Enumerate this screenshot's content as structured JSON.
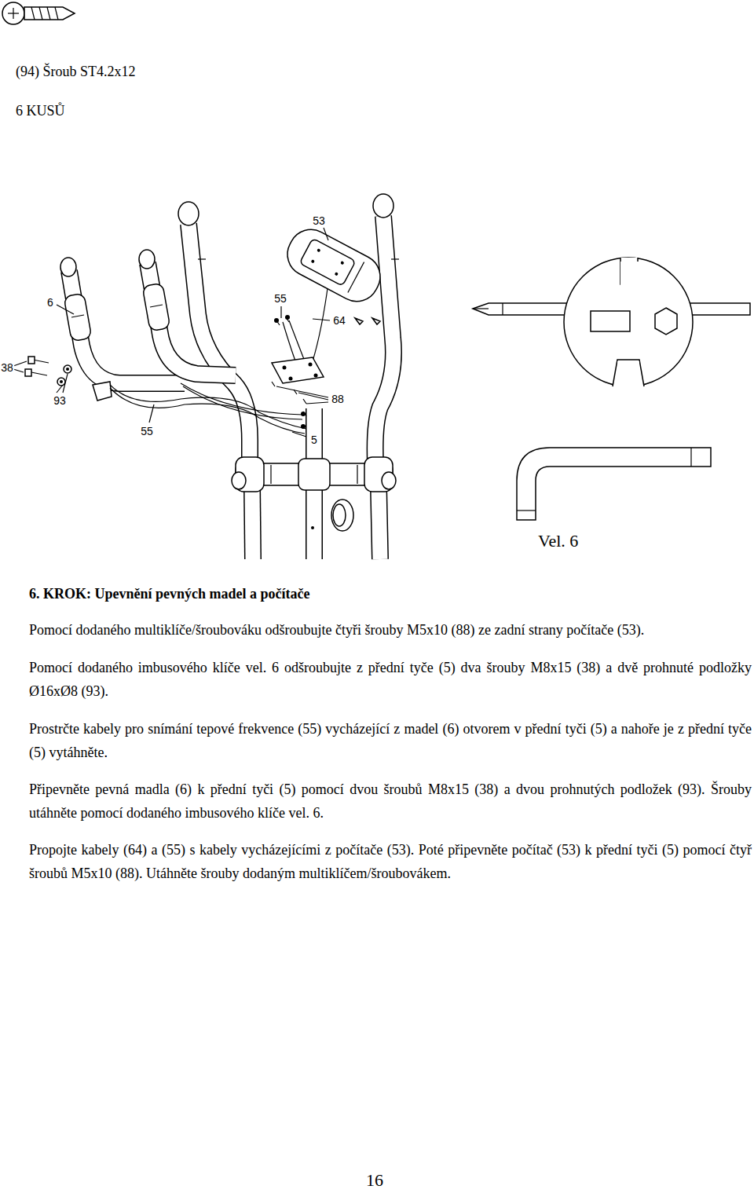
{
  "diagram": {
    "title": "6. KROK: Upevnění pevných madel a počítače",
    "labels": [
      "(94) Šroub ST4.2x12",
      "6 KUSŮ",
      "53",
      "6",
      "55",
      "64",
      "38",
      "93",
      "88",
      "55",
      "5",
      "Vel. 6",
      "Pomocí dodaného multiklíče/šroubováku odšroubujte čtyři šrouby M5x10 (88) ze zadní strany počítače (53).",
      "Pomocí dodaného imbusového klíče vel. 6 odšroubujte z přední tyče (5) dva šrouby M8x15 (38) a dvě prohnuté podložky Ø16xØ8 (93).",
      "Prostrčte kabely pro snímání tepové frekvence (55) vycházející z madel (6) otvorem v přední tyči (5) a nahoře je z přední tyče (5) vytáhněte.",
      "Připevněte pevná madla (6) k přední tyči (5) pomocí dvou šroubů M8x15 (38) a dvou prohnutých podložek (93). Šrouby utáhněte pomocí dodaného imbusového klíče vel. 6.",
      "Propojte kabely (64) a (55) s kabely vycházejícími z počítače (53). Poté připevněte počítač (53) k přední tyči (5) pomocí čtyř šroubů M5x10 (88). Utáhněte šrouby dodaným multiklíčem/šroubovákem.",
      "16"
    ]
  }
}
